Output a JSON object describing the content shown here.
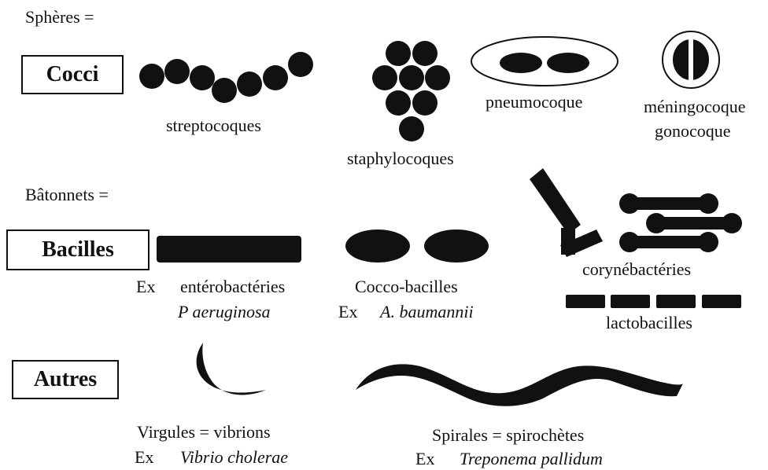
{
  "colors": {
    "ink": "#111111",
    "paper": "#ffffff"
  },
  "cocci": {
    "heading": "Sphères =",
    "label": "Cocci",
    "streptocoques": "streptocoques",
    "staphylocoques": "staphylocoques",
    "pneumocoque": "pneumocoque",
    "meningocoque": "méningocoque",
    "gonocoque": "gonocoque"
  },
  "bacilles": {
    "heading": "Bâtonnets =",
    "label": "Bacilles",
    "ex1_prefix": "Ex",
    "ex1_name": "entérobactéries",
    "ex1_species": "P aeruginosa",
    "coccobacilles": "Cocco-bacilles",
    "ex2_prefix": "Ex",
    "ex2_species": "A. baumannii",
    "corynebacteries": "corynébactéries",
    "lactobacilles": "lactobacilles"
  },
  "autres": {
    "label": "Autres",
    "virgules": "Virgules = vibrions",
    "ex3_prefix": "Ex",
    "ex3_species": "Vibrio cholerae",
    "spirales": "Spirales = spirochètes",
    "ex4_prefix": "Ex",
    "ex4_species": "Treponema pallidum"
  }
}
